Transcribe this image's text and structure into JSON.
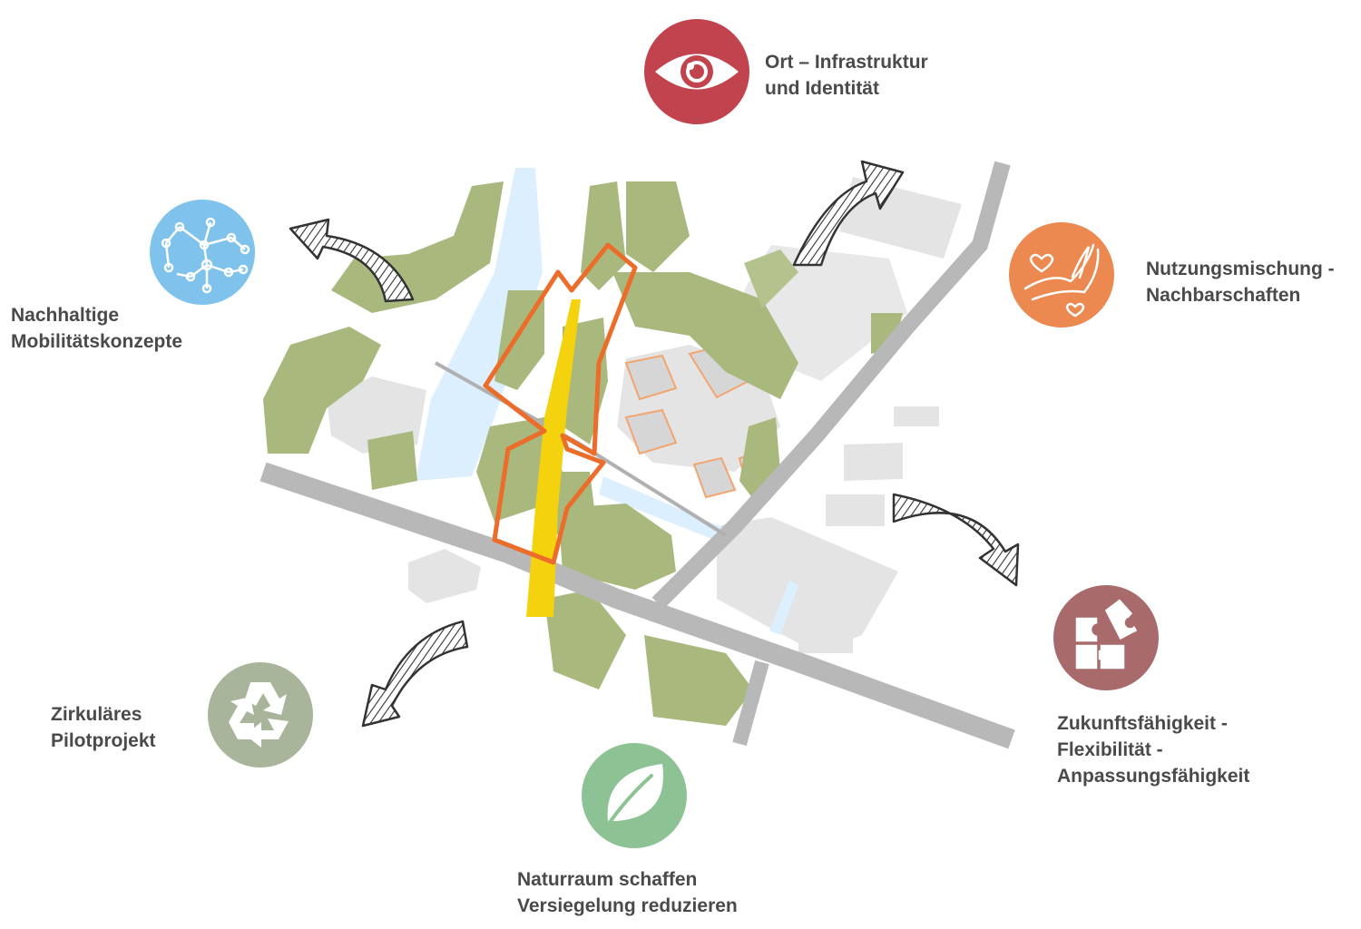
{
  "themes": {
    "ort": {
      "line1": "Ort – Infrastruktur",
      "line2": "und Identität",
      "color": "#c0434d",
      "icon": "eye-icon"
    },
    "nutzung": {
      "line1": "Nutzungsmischung -",
      "line2": "Nachbarschaften",
      "color": "#ec8950",
      "icon": "hands-hearts-icon"
    },
    "zukunft": {
      "line1": "Zukunftsfähigkeit -",
      "line2": "Flexibilität -",
      "line3": "Anpassungsfähigkeit",
      "color": "#a86a6a",
      "icon": "puzzle-icon"
    },
    "natur": {
      "line1": "Naturraum schaffen",
      "line2": "Versiegelung reduzieren",
      "color": "#8dc394",
      "icon": "leaf-icon"
    },
    "zirkulaer": {
      "line1": "Zirkuläres",
      "line2": "Pilotprojekt",
      "color": "#a8b59a",
      "icon": "recycle-icon"
    },
    "mobilitaet": {
      "line1": "Nachhaltige",
      "line2": "Mobilitätskonzepte",
      "color": "#7fc3ec",
      "icon": "network-icon"
    }
  },
  "map": {
    "green_color": "#a9b97e",
    "water_color": "#dcefff",
    "road_color": "#b8b8b8",
    "building_color": "#e3e3e3",
    "boundary_color": "#ec6c2a",
    "corridor_color": "#f5d20e"
  }
}
